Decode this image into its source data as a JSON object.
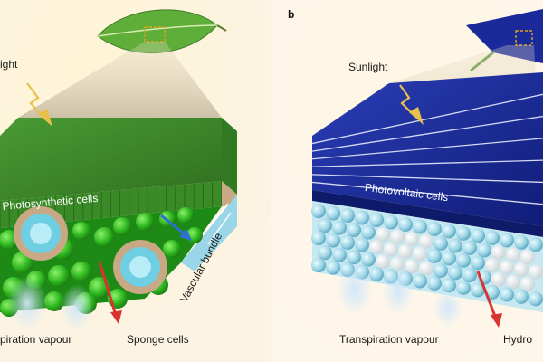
{
  "panels": {
    "left": {
      "letter": "",
      "labels": {
        "sunlight": "ight",
        "cells": "Photosynthetic cells",
        "vascular": "Vascular bundle",
        "sponge": "Sponge cells",
        "vapour": "piration vapour"
      }
    },
    "right": {
      "letter": "b",
      "labels": {
        "sunlight": "Sunlight",
        "cells": "Photovoltaic cells",
        "vapour": "Transpiration vapour",
        "hydro": "Hydro"
      }
    }
  },
  "colors": {
    "leaf_top": "#3f8a2a",
    "pv_top": "#1a2a9a",
    "arrow_red": "#d8332f",
    "arrow_blue": "#2f6fd0",
    "sun_arrow": "#e9c04a",
    "spongy_green": "#3fbf2a",
    "pv_beads": "#9fd6e6"
  }
}
